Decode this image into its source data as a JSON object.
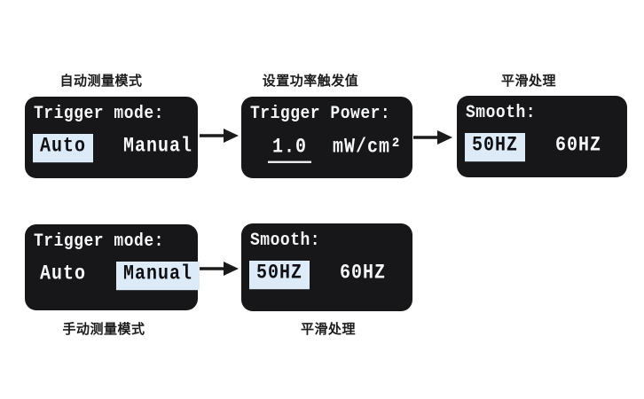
{
  "colors": {
    "screen_background": "#17171a",
    "screen_text": "#f6f7f9",
    "highlight_background": "#dcebf7",
    "highlight_text": "#101014",
    "caption_text": "#1b1b1b",
    "arrow": "#1b1b1b"
  },
  "flows": [
    {
      "name": "auto-measurement-flow",
      "steps": [
        {
          "caption": "自动测量模式",
          "screen": {
            "title": "Trigger mode:",
            "options": [
              {
                "label": "Auto",
                "selected": true
              },
              {
                "label": "Manual",
                "selected": false
              }
            ]
          }
        },
        {
          "caption": "设置功率触发值",
          "screen": {
            "title": "Trigger Power:",
            "value": "1.0",
            "unit": "mW/cm²"
          }
        },
        {
          "caption": "平滑处理",
          "screen": {
            "title": "Smooth:",
            "options": [
              {
                "label": "50HZ",
                "selected": true
              },
              {
                "label": "60HZ",
                "selected": false
              }
            ]
          }
        }
      ]
    },
    {
      "name": "manual-measurement-flow",
      "steps": [
        {
          "caption": "手动测量模式",
          "screen": {
            "title": "Trigger mode:",
            "options": [
              {
                "label": "Auto",
                "selected": false
              },
              {
                "label": "Manual",
                "selected": true
              }
            ]
          }
        },
        {
          "caption": "平滑处理",
          "screen": {
            "title": "Smooth:",
            "options": [
              {
                "label": "50HZ",
                "selected": true
              },
              {
                "label": "60HZ",
                "selected": false
              }
            ]
          }
        }
      ]
    }
  ]
}
